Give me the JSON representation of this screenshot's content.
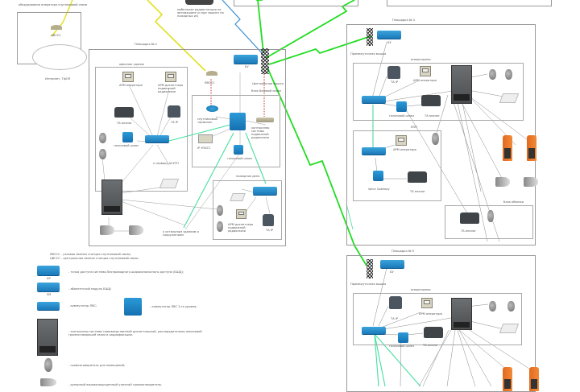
{
  "diagram": {
    "title": "Схема системы производственной громкоговорящей связи и радиофикации",
    "colors": {
      "wireless_green": "#22dd22",
      "satellite_yellow": "#dddd22",
      "wireless_blue": "#3a8fd0",
      "lan_aqua": "#44e0a0",
      "copper_red": "#c03030",
      "cable_gray": "#888888"
    },
    "top_left": {
      "caption": "оборудование оператора спутниковой связи",
      "station_label": "ЦВССС",
      "cloud_label": "Интернет, ТфОП"
    },
    "top_center": {
      "caption": "мобильная радиостанция на автомашине (и при защите на пожарных из)"
    },
    "site2": {
      "title": "Площадка № 2",
      "office": {
        "title": "офисное здание",
        "workstation": "АРМ оператора",
        "arm_label": "АРМ диспетчера подвижной радиосвязи",
        "phone_analog": "ТА аналог",
        "phone_ip": "ТА IP",
        "voice_gateway": "голосовой шлюз",
        "asutp_link": "к серверу АСУТП"
      },
      "server_room": {
        "title": "блок базовой связи",
        "satellite_terminal": "спутниковый терминал",
        "ip_pbx": "IP УПАТС",
        "radio_gateway": "контроллер системы подвижной радиосвязи",
        "voice_gateway": "голосовой шлюз"
      },
      "vsat": "ЯВССС",
      "bs": "БУ",
      "tower": "Центральная вышка",
      "control_room": {
        "title": "пожарное депо",
        "arm_label": "АРМ диспетчера подвижной радиосвязи",
        "phone_ip": "ТА IP"
      },
      "other_buildings": "к остальным зданиям и сооружениям"
    },
    "site4": {
      "title": "Площадка № 4",
      "tower": "Промежуточная вышка",
      "bs": "БУ",
      "operator_room": {
        "title": "операторная",
        "phone_ip": "ТА IP",
        "workstation": "АРМ оператора",
        "voice_gateway": "голосовой шлюз",
        "phone_analog": "ТА аналог"
      },
      "kpp": {
        "title": "КПП",
        "workstation": "АРМ оператора",
        "voice_gateway": "Voice Gateway",
        "phone_analog": "ТА аналог"
      },
      "pump_block": {
        "title": "блок обвязки",
        "phone_analog": "ТА аналог"
      }
    },
    "site5": {
      "title": "Площадка № 5",
      "tower": "Промежуточная вышка",
      "bs": "БУ",
      "operator_room": {
        "title": "операторная",
        "phone_ip": "ТА IP",
        "workstation": "АРМ оператора",
        "voice_gateway": "голосовой шлюз",
        "phone_analog": "ТА аналог"
      }
    },
    "legend": {
      "abbrev": [
        "ЯВССС - узловая земная станция спутниковой связи;",
        "ЦВССС - центральная земная станция спутниковой связи."
      ],
      "items": [
        {
          "icon": "access-point-icon",
          "sub": "AP",
          "text": "- точка доступа системы беспроводного широкополосного доступа (БШД);"
        },
        {
          "icon": "subscriber-module-icon",
          "sub": "SM",
          "text": "- абонентский модуль БШД;"
        },
        {
          "icon": "switch-icon",
          "sub": "",
          "text": "- коммутатор ЛВС;"
        },
        {
          "icon": "l3-switch-icon",
          "sub": "",
          "text": "- коммутатор ЛВС 3-го уровня;"
        },
        {
          "icon": "controller-cabinet-icon",
          "sub": "",
          "text": "- контроллер системы производственной диспетчерской, распорядительно-поисковой громкоговорящей связи и радиофикации."
        },
        {
          "icon": "indoor-speaker-icon",
          "sub": "",
          "text": "- громкоговоритель для помещений;"
        },
        {
          "icon": "outdoor-horn-icon",
          "sub": "",
          "text": "- рупорный взрывозащищенный уличный громкоговоритель."
        }
      ]
    }
  }
}
